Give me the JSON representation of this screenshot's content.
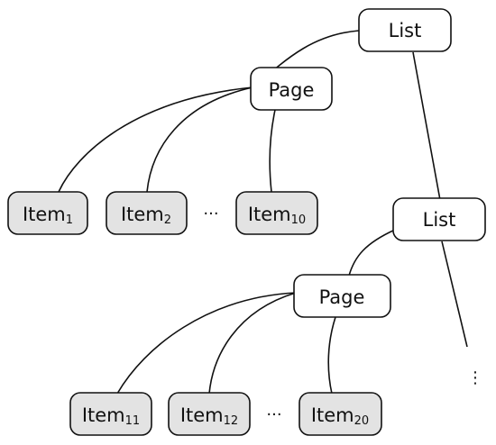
{
  "nodes": {
    "list_top": "List",
    "page_top": "Page",
    "list_mid": "List",
    "page_bottom": "Page"
  },
  "top_items": [
    {
      "base": "Item",
      "sub": "1"
    },
    {
      "base": "Item",
      "sub": "2"
    },
    {
      "base": "Item",
      "sub": "10"
    }
  ],
  "bottom_items": [
    {
      "base": "Item",
      "sub": "11"
    },
    {
      "base": "Item",
      "sub": "12"
    },
    {
      "base": "Item",
      "sub": "20"
    }
  ],
  "ellipsis_horizontal": "···",
  "ellipsis_vertical": "⋮"
}
